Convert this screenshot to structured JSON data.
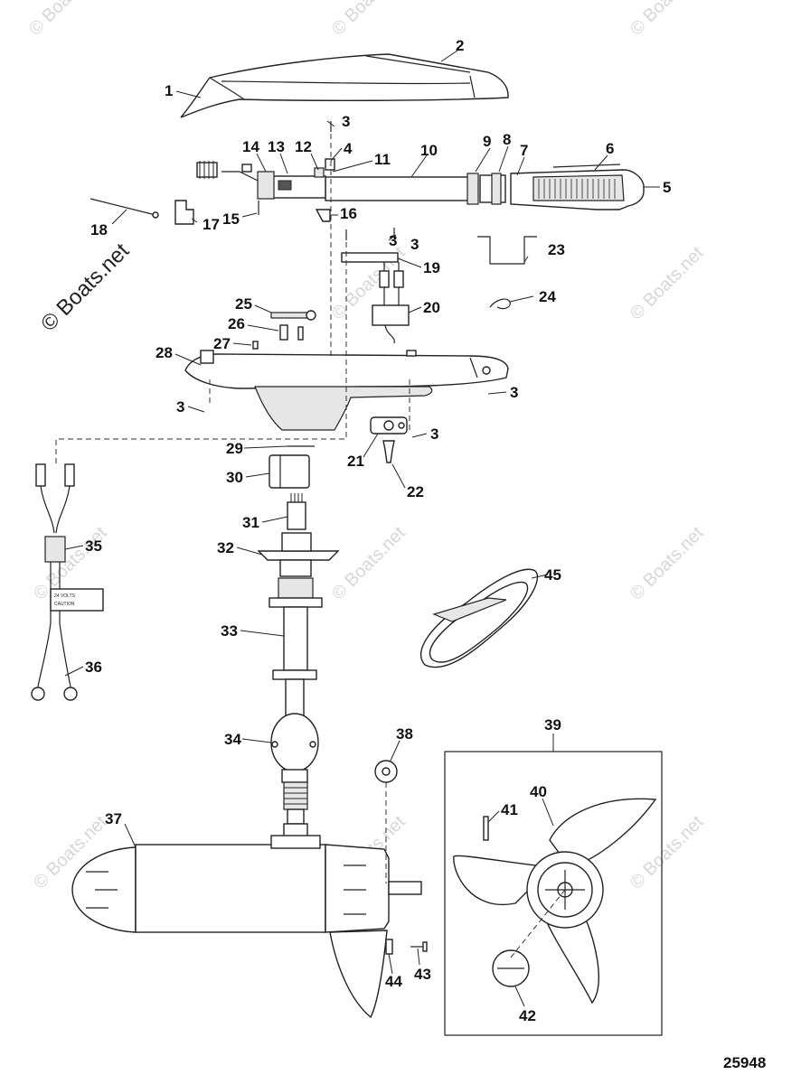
{
  "drawing_number": "25948",
  "watermark": {
    "rotated_text": "© Boats.net",
    "tiles": [
      "© Boats.net",
      "© Boats.net",
      "© Boats.net",
      "© Boats.net",
      "© Boats.net",
      "© Boats.net",
      "© Boats.net",
      "© Boats.net",
      "© Boats.net",
      "© Boats.net",
      "© Boats.net",
      "© Boats.net",
      "© Boats.net",
      "© Boats.net",
      "© Boats.net",
      "© Boats.net"
    ]
  },
  "label_plate": {
    "line1": "24 VOLTS",
    "line2": "CAUTION"
  },
  "callouts": [
    "1",
    "2",
    "3",
    "3",
    "3",
    "3",
    "3",
    "3",
    "4",
    "5",
    "6",
    "7",
    "8",
    "9",
    "10",
    "11",
    "12",
    "13",
    "14",
    "15",
    "16",
    "17",
    "18",
    "19",
    "20",
    "21",
    "22",
    "23",
    "24",
    "25",
    "26",
    "27",
    "28",
    "29",
    "30",
    "31",
    "32",
    "33",
    "34",
    "35",
    "36",
    "37",
    "38",
    "39",
    "40",
    "41",
    "42",
    "43",
    "44",
    "45"
  ]
}
